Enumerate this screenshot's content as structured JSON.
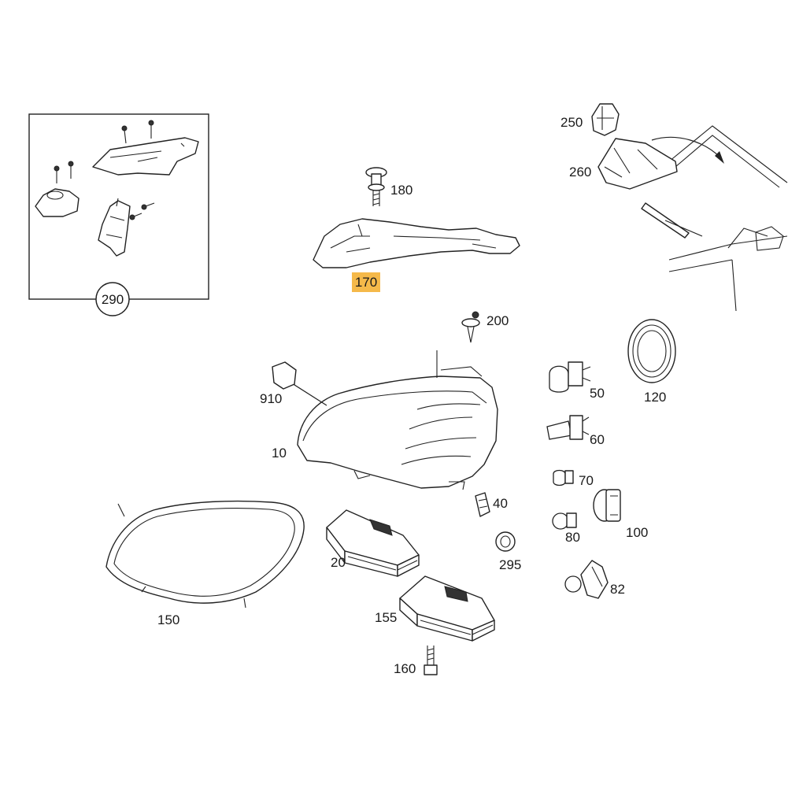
{
  "colors": {
    "highlight": "#f5b94a",
    "line": "#222222",
    "background": "#ffffff"
  },
  "parts": {
    "p10": "10",
    "p20": "20",
    "p40": "40",
    "p50": "50",
    "p60": "60",
    "p70": "70",
    "p80": "80",
    "p82": "82",
    "p100": "100",
    "p120": "120",
    "p150": "150",
    "p155": "155",
    "p160": "160",
    "p170": "170",
    "p180": "180",
    "p200": "200",
    "p250": "250",
    "p260": "260",
    "p290": "290",
    "p295": "295",
    "p910": "910"
  }
}
